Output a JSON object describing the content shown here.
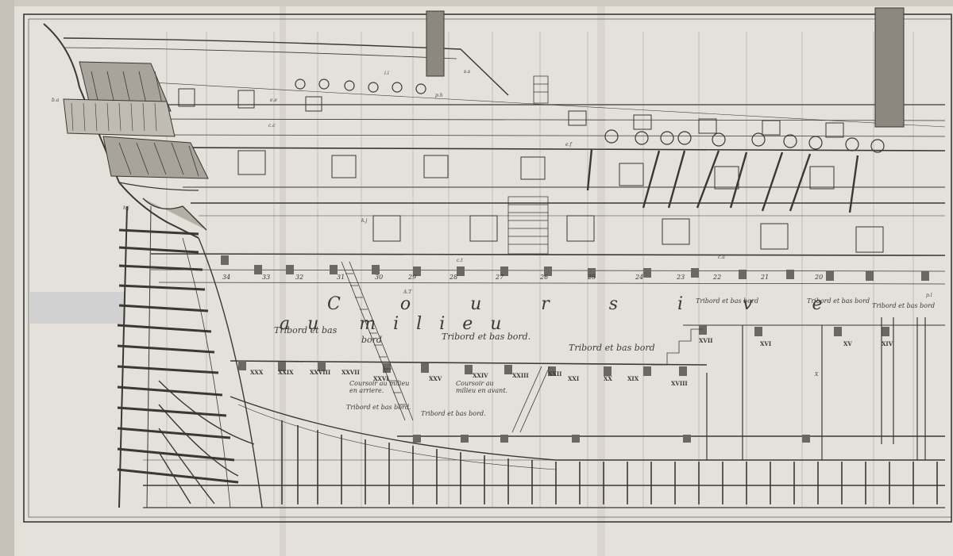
{
  "plate": {
    "colors": {
      "paper": "#e4e1da",
      "ink": "#3a3834",
      "sea": "#bcc2c6",
      "fold": "#d3cfc7"
    }
  },
  "labels": {
    "coursive": "C o u r s i v e",
    "au_milieu": "au milieu",
    "tribord_1": "Tribord   et   bas",
    "bord_1": "bord",
    "tribord_2": "Tribord  et  bas  bord.",
    "tribord_3": "Tribord  et  bas  bord",
    "tribord_4": "Tribord et bas bord",
    "tribord_5": "Tribord et bas bord",
    "tribord_6": "Tribord et bas bord",
    "tribord_7": "Tribord et bas bord.",
    "tribord_8": "Tribord  et  bas  bord.",
    "courcoir_arriere": "Coursoir au milieu\nen arriere.",
    "courcoir_avant": "Coursoir au\nmilieu en avant."
  },
  "frame_numbers": [
    "34",
    "33",
    "32",
    "31",
    "30",
    "29",
    "28",
    "27",
    "26",
    "25",
    "24",
    "23",
    "22",
    "21",
    "20"
  ],
  "roman_numerals": [
    "XXX",
    "XXIX",
    "XXVIII",
    "XXVII",
    "XXVI",
    "XXV",
    "XXIV",
    "XXIII",
    "XXII",
    "XXI",
    "XX",
    "XIX",
    "XVIII",
    "XVII",
    "XVI",
    "XV",
    "XIV"
  ],
  "marks": {
    "hj": "h.j",
    "kj": "k.j",
    "ba": "b.a",
    "cc": "c.c",
    "ee": "e.e",
    "ii": "i.i",
    "ss": "s.s",
    "ef": "e.f",
    "ph": "p.h",
    "pl": "p.l",
    "ca": "c.a",
    "at": "A.T",
    "ct": "c.t",
    "x": "X"
  }
}
